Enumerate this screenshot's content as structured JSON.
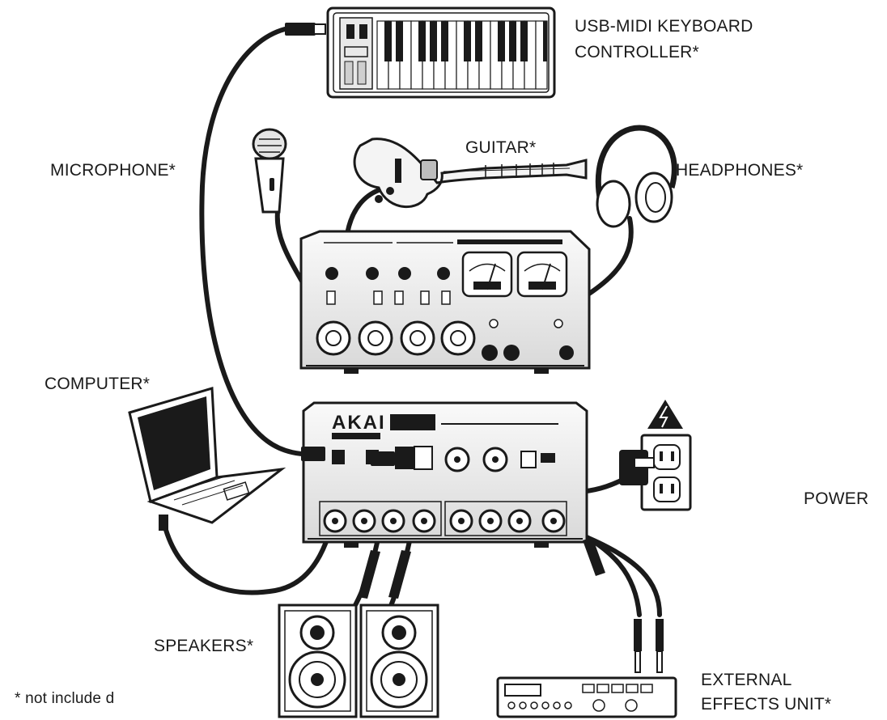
{
  "labels": {
    "keyboard_line1": "USB-MIDI KEYBOARD",
    "keyboard_line2": "CONTROLLER*",
    "guitar": "GUITAR*",
    "microphone": "MICROPHONE*",
    "headphones": "HEADPHONES*",
    "computer": "COMPUTER*",
    "power": "POWER",
    "speakers": "SPEAKERS*",
    "effects_line1": "EXTERNAL",
    "effects_line2": "EFFECTS UNIT*",
    "footnote": "* not include d"
  },
  "brand": "AKAI",
  "icons": [
    "keyboard-icon",
    "microphone-icon",
    "guitar-icon",
    "headphones-icon",
    "audio-interface-icon",
    "laptop-icon",
    "rear-panel-icon",
    "power-outlet-icon",
    "power-adapter-icon",
    "warning-icon",
    "speaker-icon",
    "effects-unit-icon"
  ],
  "colors": {
    "ink": "#1a1a1a",
    "panel": "#f2f2f2",
    "background": "#ffffff"
  }
}
